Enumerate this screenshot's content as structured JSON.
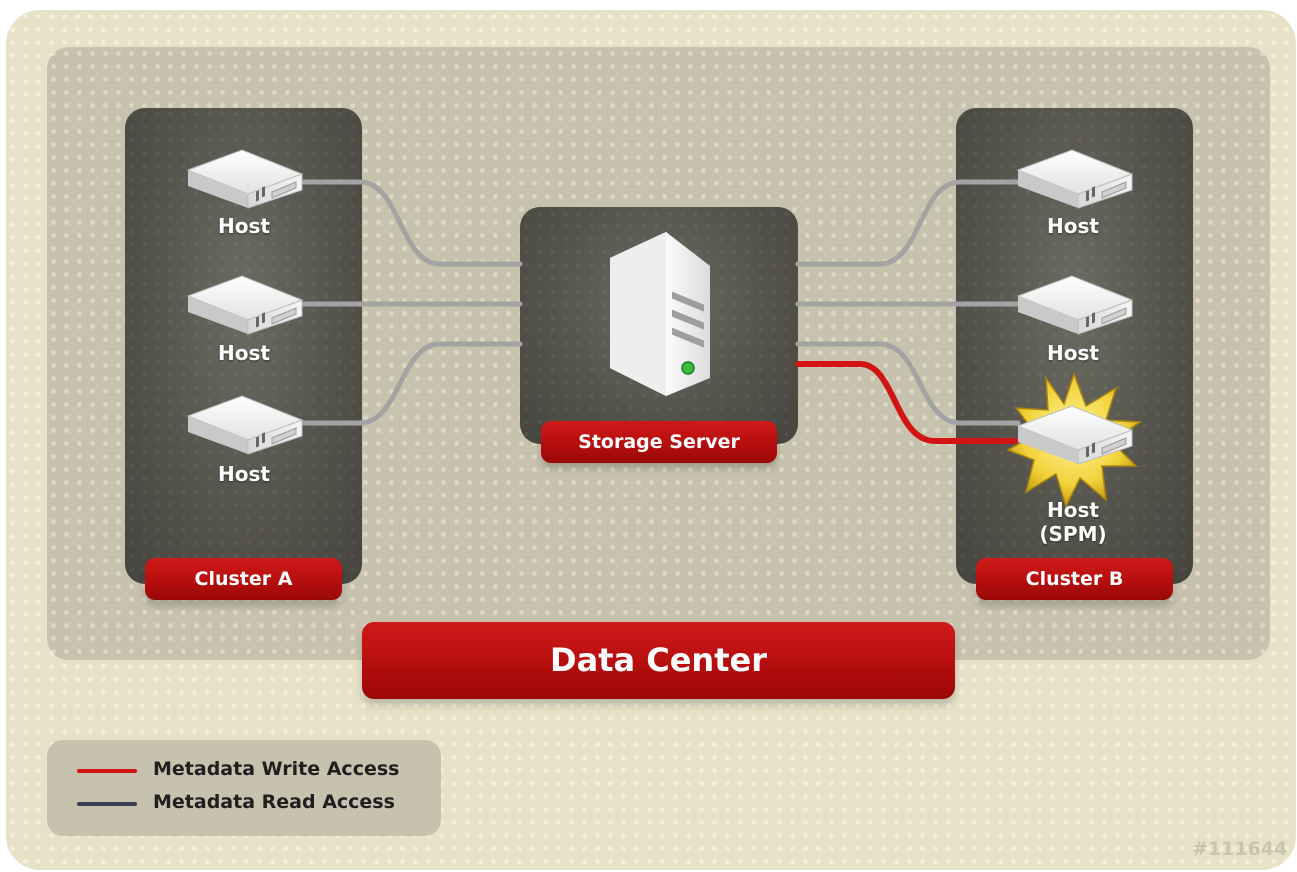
{
  "diagram": {
    "data_center_label": "Data Center",
    "storage_label": "Storage Server",
    "cluster_a": {
      "label": "Cluster A",
      "hosts": [
        "Host",
        "Host",
        "Host"
      ]
    },
    "cluster_b": {
      "label": "Cluster B",
      "hosts": [
        "Host",
        "Host"
      ],
      "spm_host_line1": "Host",
      "spm_host_line2": "(SPM)"
    },
    "legend": {
      "write_label": "Metadata Write Access",
      "read_label": "Metadata Read Access",
      "write_color": "#d21414",
      "read_color": "#3c3f52"
    },
    "reference_id": "#111644"
  },
  "colors": {
    "background": "#e7e1c8",
    "panel": "#c7c2ad",
    "cluster": "#55544c",
    "label_red": "#b30d0d",
    "connection_gray": "#a3a3a3"
  }
}
